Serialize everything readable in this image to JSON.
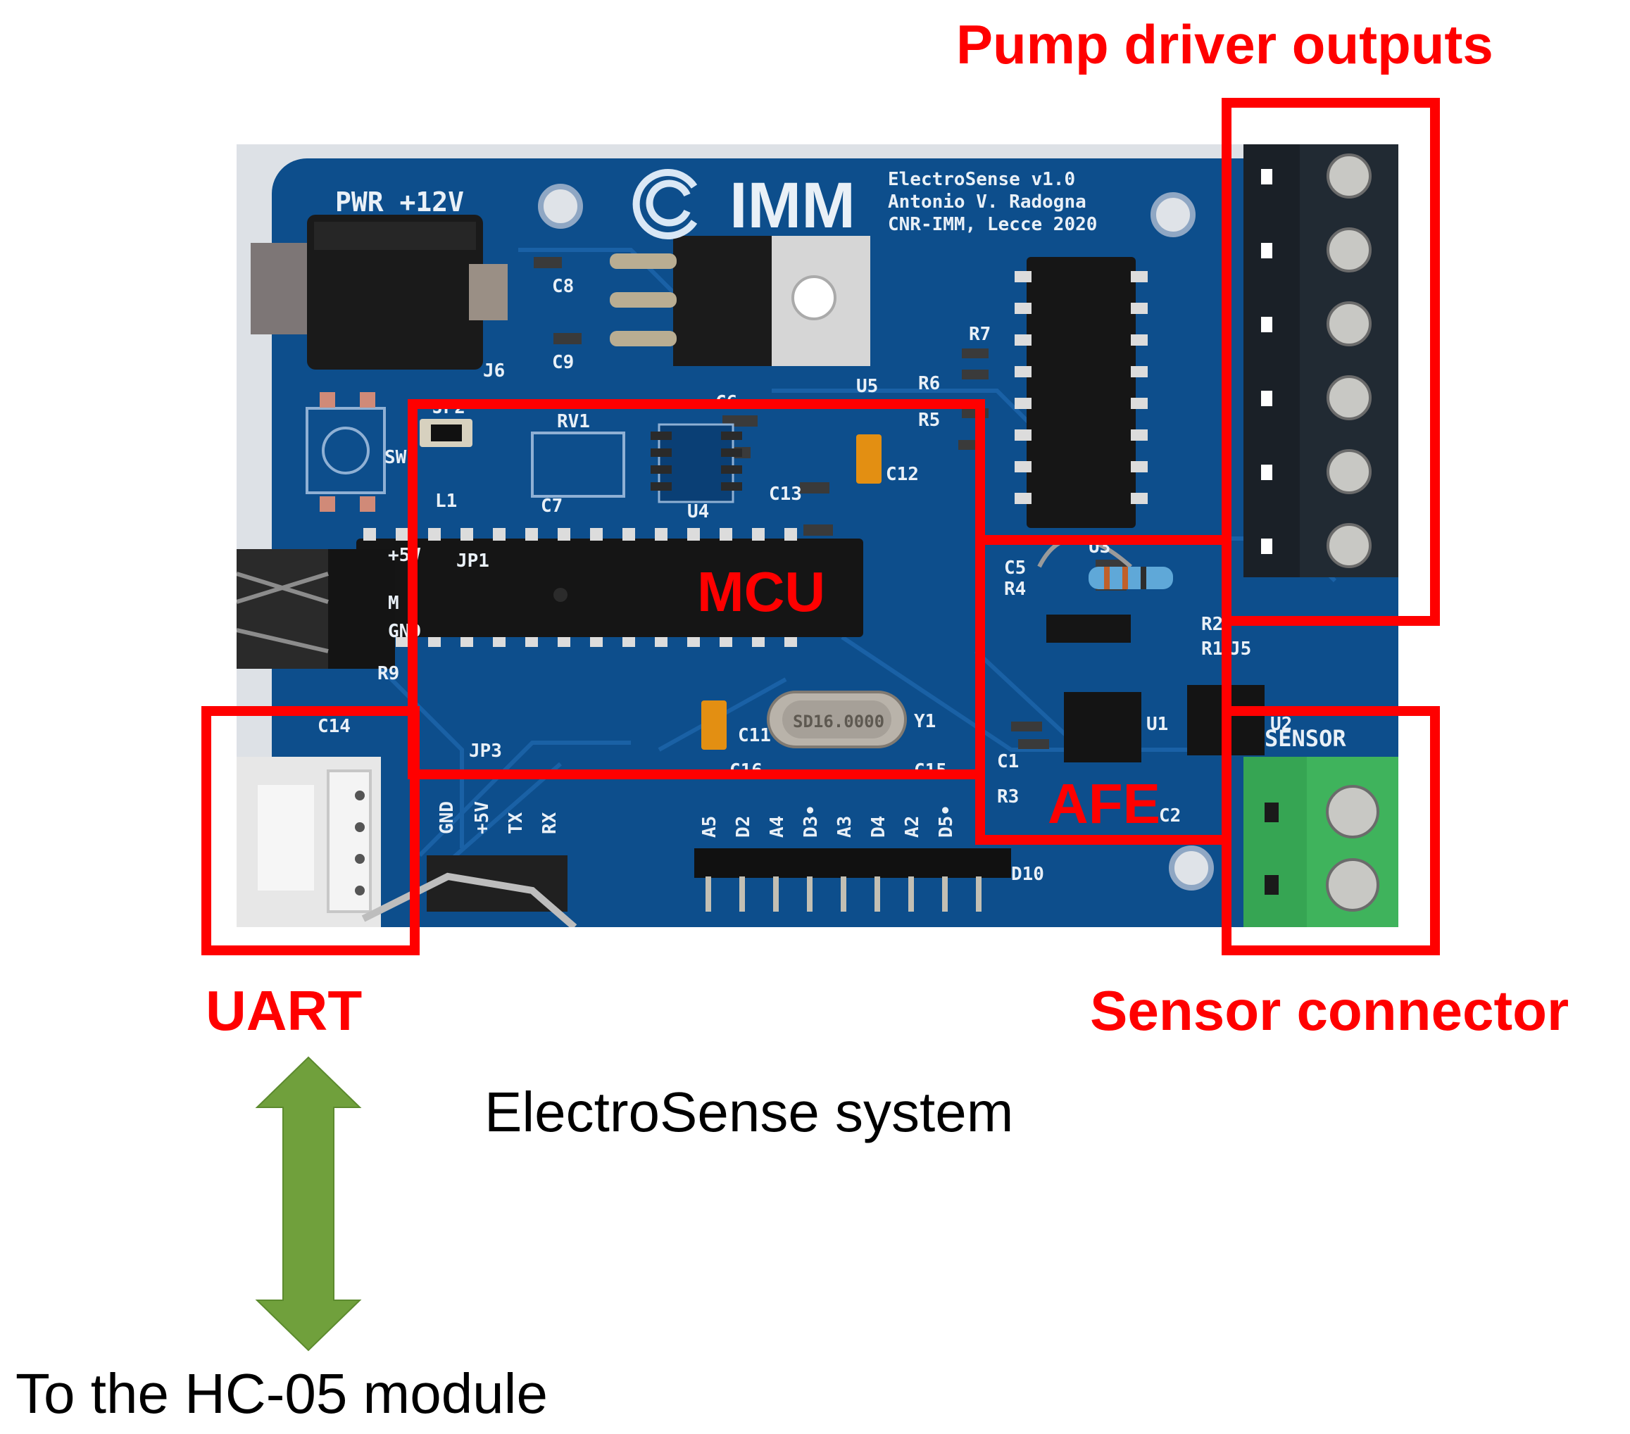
{
  "figure": {
    "caption": "ElectroSense system",
    "arrow_target": "To the HC-05 module"
  },
  "callouts": {
    "pump": "Pump driver outputs",
    "mcu": "MCU",
    "afe": "AFE",
    "uart": "UART",
    "sensor": "Sensor connector"
  },
  "board": {
    "silkscreen_logo": "IMM",
    "info_line1": "ElectroSense v1.0",
    "info_line2": "Antonio V. Radogna",
    "info_line3": "CNR-IMM, Lecce 2020",
    "pwr_label": "PWR +12V",
    "sensor_label": "SENSOR",
    "crystal_label": "SD16.0000",
    "uart_pins": [
      "GND",
      "+5V",
      "TX",
      "RX"
    ],
    "analog_header_pins": [
      "A5",
      "D2",
      "A4",
      "D3•",
      "A3",
      "D4",
      "A2",
      "D5•"
    ],
    "refdes": {
      "c8": "C8",
      "c9": "C9",
      "j6": "J6",
      "u5": "U5",
      "r7": "R7",
      "r6": "R6",
      "r5": "R5",
      "c6": "C6",
      "rv1": "RV1",
      "jp2": "JP2",
      "sw": "SW",
      "l1": "L1",
      "c7": "C7",
      "u4": "U4",
      "c13": "C13",
      "c12": "C12",
      "jp1": "JP1",
      "u3": "U3",
      "c5": "C5",
      "r4": "R4",
      "r2": "R2",
      "r1": "R1",
      "j5": "J5",
      "r9": "R9",
      "c14": "C14",
      "u1": "U1",
      "u2": "U2",
      "c11": "C11",
      "y1": "Y1",
      "c1": "C1",
      "c16": "C16",
      "c15": "C15",
      "jp3": "JP3",
      "r3": "R3",
      "c2": "C2",
      "d10": "D10",
      "m": "M",
      "gnd_side": "GND",
      "plus5v_side": "+5V"
    }
  },
  "colors": {
    "pcb": "#0d4e8c",
    "callout_red": "#ff0000",
    "arrow_green": "#70a03c"
  }
}
